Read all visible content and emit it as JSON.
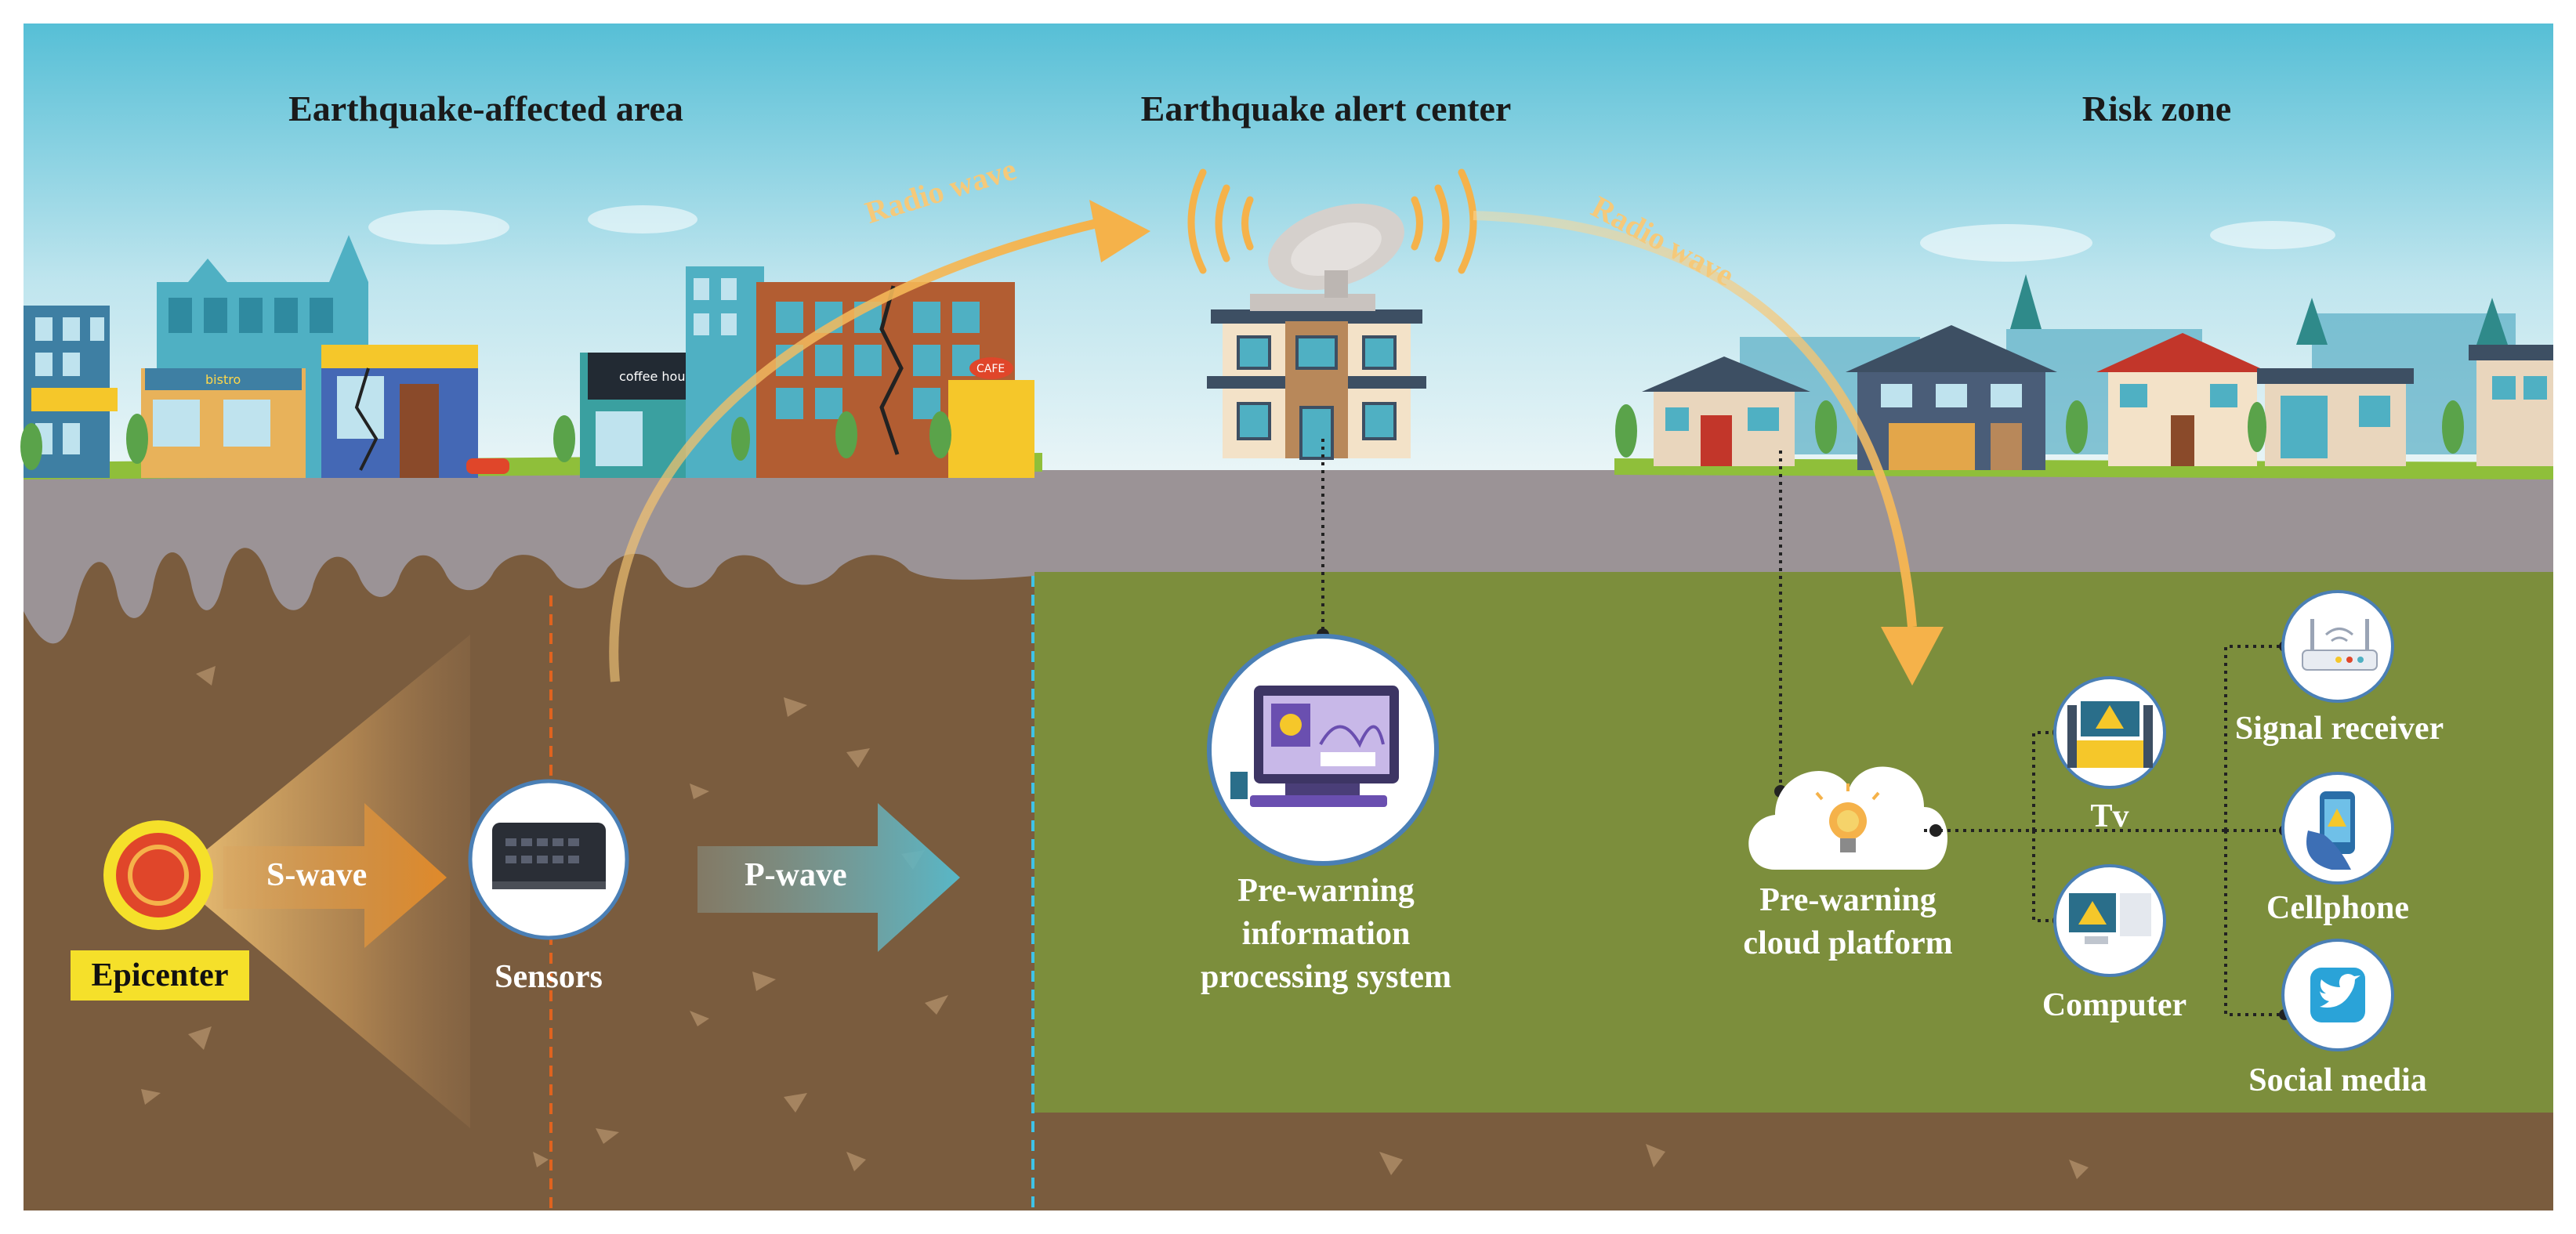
{
  "sections": {
    "affected": "Earthquake-affected area",
    "alert_center": "Earthquake alert center",
    "risk_zone": "Risk zone"
  },
  "waves": {
    "radio_left": "Radio wave",
    "radio_right": "Radio wave",
    "s_wave": "S-wave",
    "p_wave": "P-wave"
  },
  "nodes": {
    "epicenter": "Epicenter",
    "sensors": "Sensors",
    "processing": [
      "Pre-warning",
      "information",
      "processing system"
    ],
    "cloud": [
      "Pre-warning",
      "cloud platform"
    ],
    "tv": "Tv",
    "computer": "Computer",
    "signal_receiver": "Signal receiver",
    "cellphone": "Cellphone",
    "social_media": "Social media"
  },
  "store_signs": {
    "coffee": "coffee house",
    "bistro": "bistro",
    "cafe": "CAFE"
  },
  "colors": {
    "sky_top": "#5fc3d9",
    "sky_bottom": "#e8f4f7",
    "road": "#9b9396",
    "soil": "#7a5c3e",
    "grass_area": "#7a8c3a",
    "radio_wave": "#f5c97a",
    "s_wave": "#e69a3a",
    "p_wave": "#5fb6c6",
    "epicenter_red": "#e0462a",
    "epicenter_yellow": "#f5e02a"
  }
}
